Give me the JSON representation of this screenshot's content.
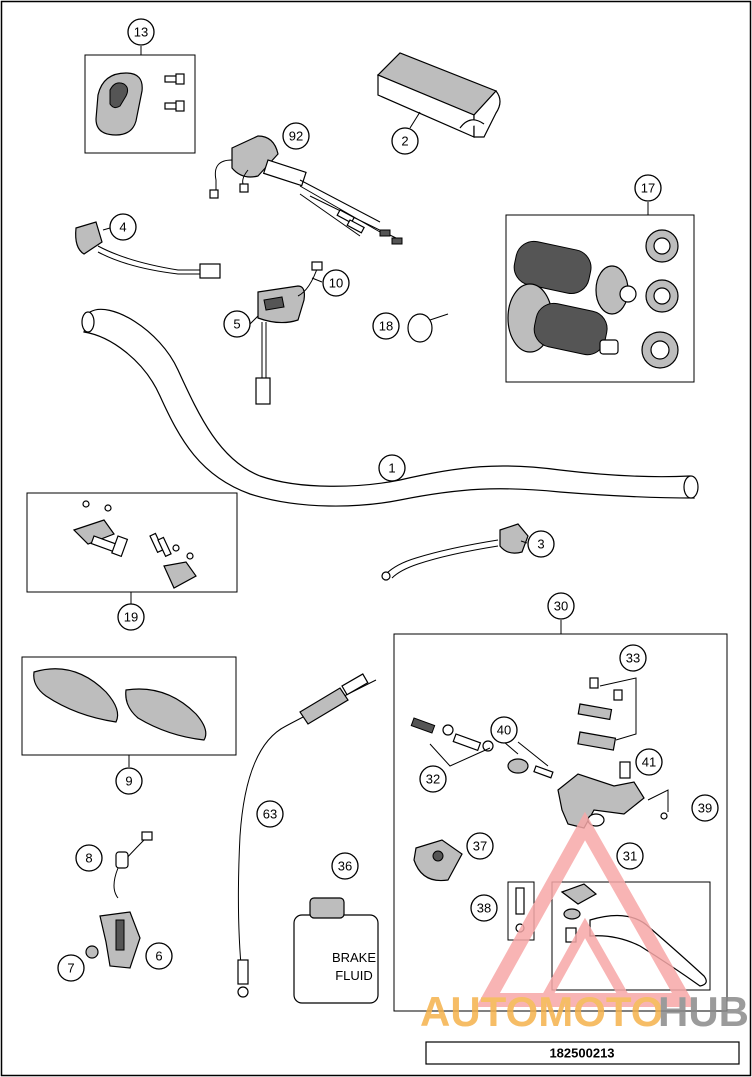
{
  "drawing": {
    "code": "182500213",
    "callouts": {
      "c13": "13",
      "c2": "2",
      "c92": "92",
      "c17": "17",
      "c4": "4",
      "c10": "10",
      "c5": "5",
      "c18": "18",
      "c1": "1",
      "c3": "3",
      "c19": "19",
      "c30": "30",
      "c33": "33",
      "c9": "9",
      "c40": "40",
      "c32": "32",
      "c41": "41",
      "c39": "39",
      "c63": "63",
      "c36": "36",
      "c37": "37",
      "c31": "31",
      "c38": "38",
      "c8": "8",
      "c6": "6",
      "c7": "7"
    },
    "brake_fluid_label": [
      "BRAKE",
      "FLUID"
    ]
  },
  "watermark": {
    "text_part1": "AUTOMOTO",
    "text_part2": "HUB",
    "color_primary": "#f7a8a8",
    "color_accent": "#f5b24c",
    "color_dark": "#8a8a8a"
  }
}
